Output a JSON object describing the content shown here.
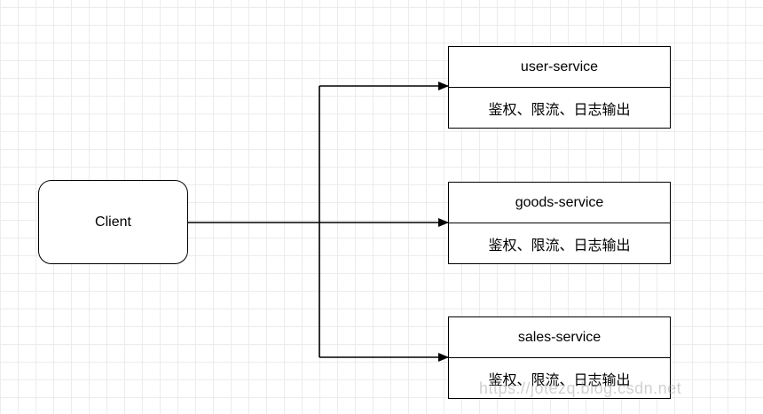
{
  "client": {
    "label": "Client"
  },
  "services": [
    {
      "name": "user-service",
      "features": "鉴权、限流、日志输出"
    },
    {
      "name": "goods-service",
      "features": "鉴权、限流、日志输出"
    },
    {
      "name": "sales-service",
      "features": "鉴权、限流、日志输出"
    }
  ],
  "watermark": "https://jotezq.blog.csdn.net",
  "colors": {
    "stroke": "#000000",
    "grid": "#ececec",
    "watermark": "#969696"
  }
}
